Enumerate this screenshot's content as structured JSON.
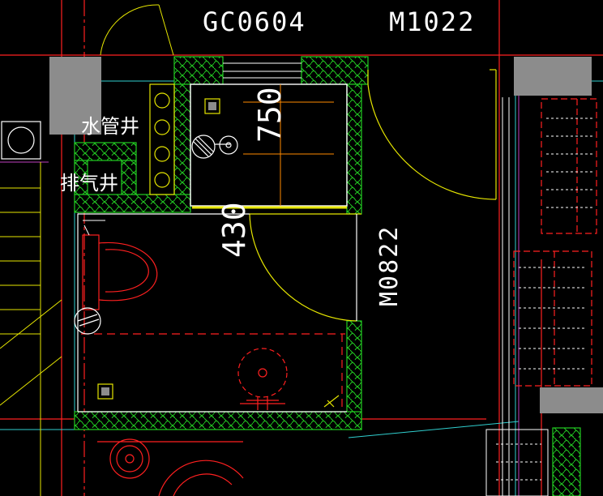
{
  "labels": {
    "window_tag": "GC0604",
    "door_tag_top": "M1022",
    "door_tag_side": "M0822",
    "water_shaft": "水管井",
    "exhaust_shaft": "排气井",
    "dim_750": "750",
    "dim_430": "430"
  },
  "colors": {
    "background": "#000000",
    "wall_hatch": "#22cc22",
    "column": "#8c8c8c",
    "door_arc": "#e6e600",
    "fixture": "#ff2020",
    "axis": "#ff2020",
    "cyan_line": "#30d0d0",
    "magenta_line": "#c040c0",
    "text": "#ffffff",
    "orange_guide": "#ff8a00"
  }
}
